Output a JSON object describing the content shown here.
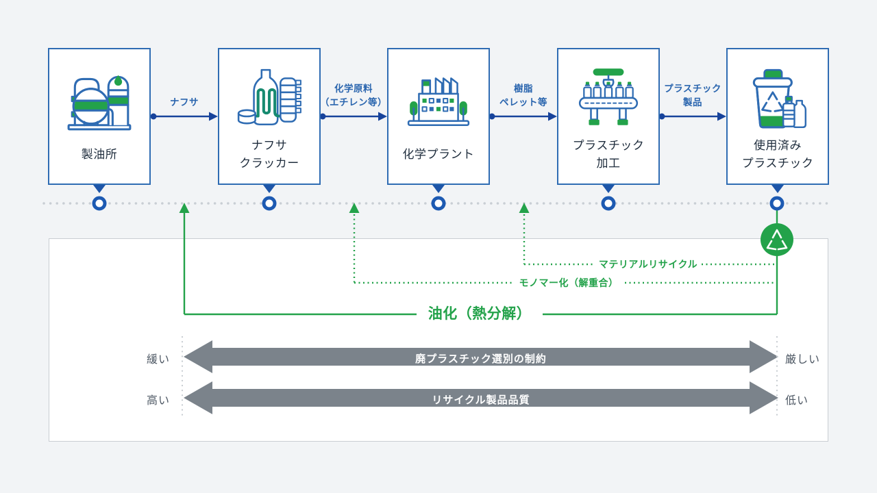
{
  "diagram_title": "plastic-recycling-process-flow",
  "process": {
    "stages": [
      {
        "label": "製油所",
        "icon": "refinery-icon"
      },
      {
        "label": "ナフサ\nクラッカー",
        "icon": "naphtha-cracker-icon"
      },
      {
        "label": "化学プラント",
        "icon": "chemical-plant-icon"
      },
      {
        "label": "プラスチック\n加工",
        "icon": "plastic-processing-icon"
      },
      {
        "label": "使用済み\nプラスチック",
        "icon": "used-plastic-icon"
      }
    ],
    "flows": [
      {
        "label": "ナフサ"
      },
      {
        "label": "化学原料\n（エチレン等）"
      },
      {
        "label": "樹脂\nペレット等"
      },
      {
        "label": "プラスチック\n製品"
      }
    ]
  },
  "recycling": {
    "badge_icon": "recycle-badge-icon",
    "routes": [
      {
        "label": "マテリアルリサイクル",
        "style": "dotted"
      },
      {
        "label": "モノマー化（解重合）",
        "style": "dotted"
      },
      {
        "label": "油化（熱分解）",
        "style": "solid"
      }
    ]
  },
  "comparison": {
    "axes": [
      {
        "left": "緩い",
        "label": "廃プラスチック選別の制約",
        "right": "厳しい"
      },
      {
        "left": "高い",
        "label": "リサイクル製品品質",
        "right": "低い"
      }
    ]
  },
  "colors": {
    "background": "#f2f4f6",
    "box_border_blue": "#2f6cb3",
    "flow_arrow_blue": "#17439b",
    "flow_label_blue": "#2a65ae",
    "marker_ring_blue": "#1d5ab2",
    "accent_green": "#23a24a",
    "coil_teal": "#178a70",
    "axis_arrow_gray": "#7b838b",
    "panel_border_gray": "#c9cdd2",
    "dot_gray": "#c9ced4",
    "stage_text": "#1f2d3d",
    "side_label_gray": "#4e5864"
  }
}
